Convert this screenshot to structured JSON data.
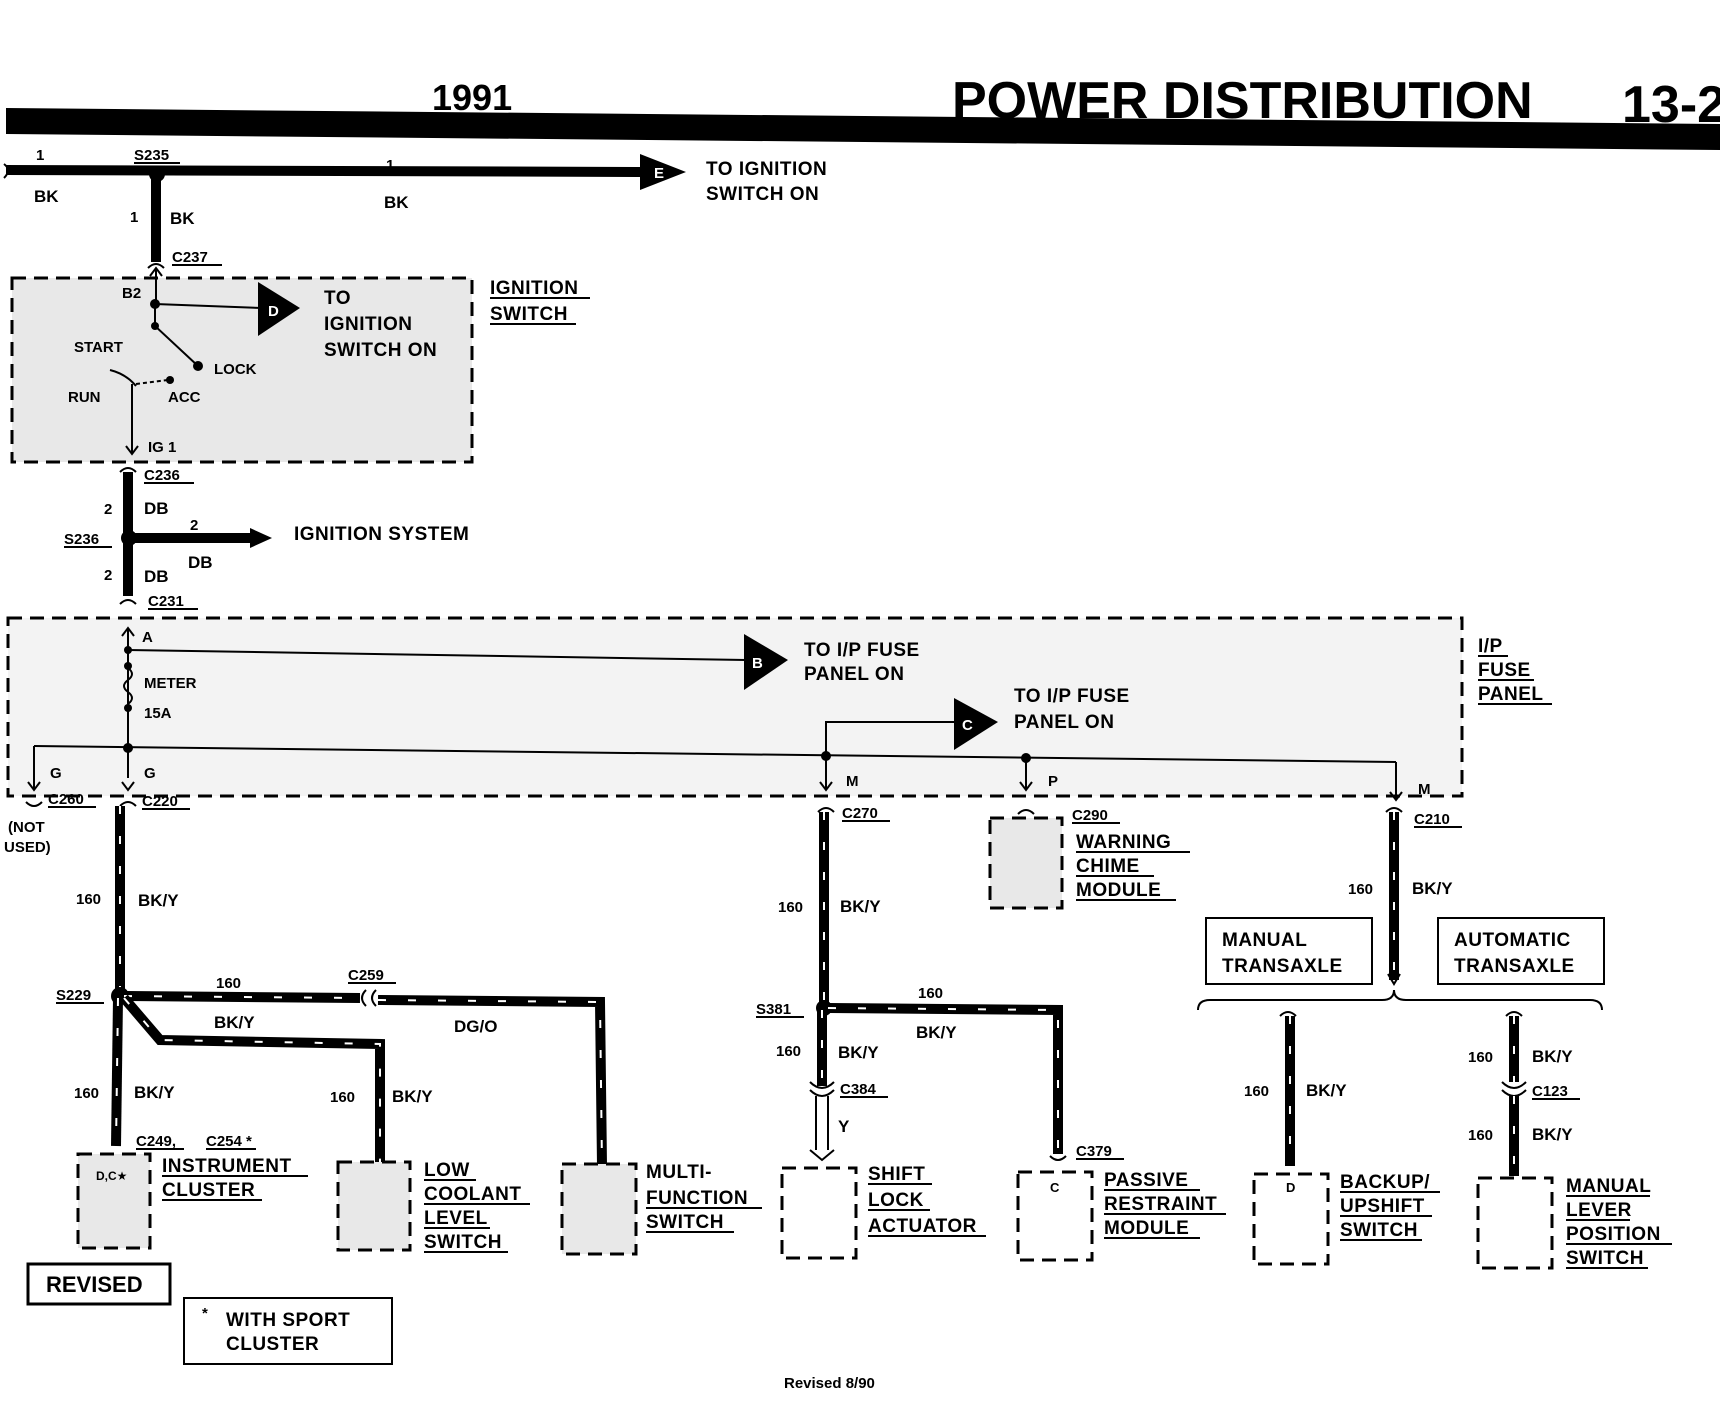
{
  "header": {
    "year": "1991",
    "title": "POWER DISTRIBUTION",
    "page": "13-2"
  },
  "footer": {
    "revised_note": "Revised 8/90"
  },
  "badges": {
    "revised": "REVISED",
    "sport_note_line1": "WITH SPORT",
    "sport_note_line2": "CLUSTER",
    "sport_mark": "*"
  },
  "top_bus": {
    "splice": "S235",
    "circuit_left": "1",
    "color_left": "BK",
    "circuit_right": "1",
    "color_right": "BK",
    "drop_circuit": "1",
    "drop_color": "BK",
    "arrow_letter": "E",
    "dest_line1": "TO IGNITION",
    "dest_line2": "SWITCH ON"
  },
  "ignition_switch": {
    "connector_top": "C237",
    "connector_bottom": "C236",
    "title_line1": "IGNITION",
    "title_line2": "SWITCH",
    "pin_b2": "B2",
    "pin_ig1": "IG 1",
    "pos_start": "START",
    "pos_lock": "LOCK",
    "pos_run": "RUN",
    "pos_acc": "ACC",
    "arrow_letter": "D",
    "dest_line1": "TO",
    "dest_line2": "IGNITION",
    "dest_line3": "SWITCH ON"
  },
  "db_run": {
    "circuit": "2",
    "color": "DB",
    "splice": "S236",
    "branch_circuit": "2",
    "branch_color": "DB",
    "branch_dest": "IGNITION SYSTEM",
    "lower_circuit": "2",
    "lower_color": "DB",
    "connector": "C231"
  },
  "fuse_panel": {
    "title_line1": "I/P",
    "title_line2": "FUSE",
    "title_line3": "PANEL",
    "pin_a": "A",
    "fuse_name": "METER",
    "fuse_rating": "15A",
    "arrow_b_letter": "B",
    "arrow_b_line1": "TO I/P FUSE",
    "arrow_b_line2": "PANEL ON",
    "arrow_c_letter": "C",
    "arrow_c_line1": "TO I/P FUSE",
    "arrow_c_line2": "PANEL ON",
    "pin_g1": "G",
    "pin_g2": "G",
    "pin_m1": "M",
    "pin_p": "P",
    "pin_m2": "M"
  },
  "left_branch": {
    "c260": "C260",
    "not_used_line1": "(NOT",
    "not_used_line2": "USED)",
    "c220": "C220",
    "circuit": "160",
    "color": "BK/Y",
    "splice": "S229",
    "c259": "C259",
    "wire_a_circuit": "160",
    "wire_a_color": "BK/Y",
    "wire_b_color": "DG/O",
    "down_circuit": "160",
    "down_color": "BK/Y",
    "lcl_circuit": "160",
    "lcl_color": "BK/Y",
    "c249": "C249,",
    "c254": "C254 *",
    "cluster_pins": "D,C★",
    "cluster_line1": "INSTRUMENT",
    "cluster_line2": "CLUSTER",
    "lcl_line1": "LOW",
    "lcl_line2": "COOLANT",
    "lcl_line3": "LEVEL",
    "lcl_line4": "SWITCH",
    "mfs_line1": "MULTI-",
    "mfs_line2": "FUNCTION",
    "mfs_line3": "SWITCH"
  },
  "middle_branch": {
    "c270": "C270",
    "circuit": "160",
    "color": "BK/Y",
    "splice": "S381",
    "right_circuit": "160",
    "right_color": "BK/Y",
    "down_circuit": "160",
    "down_color": "BK/Y",
    "c384": "C384",
    "y_color": "Y",
    "c379": "C379",
    "prm_pin": "C",
    "sla_line1": "SHIFT",
    "sla_line2": "LOCK",
    "sla_line3": "ACTUATOR",
    "prm_line1": "PASSIVE",
    "prm_line2": "RESTRAINT",
    "prm_line3": "MODULE"
  },
  "chime": {
    "connector": "C290",
    "line1": "WARNING",
    "line2": "CHIME",
    "line3": "MODULE"
  },
  "right_branch": {
    "c210": "C210",
    "circuit": "160",
    "color": "BK/Y",
    "manual_line1": "MANUAL",
    "manual_line2": "TRANSAXLE",
    "auto_line1": "AUTOMATIC",
    "auto_line2": "TRANSAXLE",
    "backup_circuit": "160",
    "backup_color": "BK/Y",
    "backup_pin": "D",
    "backup_line1": "BACKUP/",
    "backup_line2": "UPSHIFT",
    "backup_line3": "SWITCH",
    "mlp_circuit_a": "160",
    "mlp_color_a": "BK/Y",
    "c123": "C123",
    "mlp_circuit_b": "160",
    "mlp_color_b": "BK/Y",
    "mlp_line1": "MANUAL",
    "mlp_line2": "LEVER",
    "mlp_line3": "POSITION",
    "mlp_line4": "SWITCH"
  }
}
